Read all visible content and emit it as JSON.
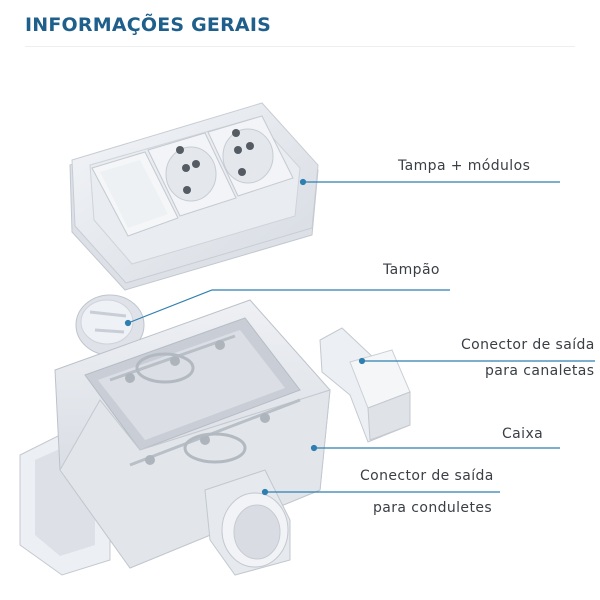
{
  "header": {
    "title": "INFORMAÇÕES GERAIS"
  },
  "callouts": [
    {
      "id": "tampa-modulos",
      "lines": [
        "Tampa + módulos"
      ]
    },
    {
      "id": "tampao",
      "lines": [
        "Tampão"
      ]
    },
    {
      "id": "conector-canaletas",
      "lines": [
        "Conector de saída",
        "para canaletas"
      ]
    },
    {
      "id": "caixa",
      "lines": [
        "Caixa"
      ]
    },
    {
      "id": "conector-conduletes",
      "lines": [
        "Conector de saída",
        "para conduletes"
      ]
    }
  ],
  "colors": {
    "title": "#1f5f8b",
    "leader_line": "#2f7fb0",
    "part_fill": "#e8ebf0",
    "part_shade": "#c9ced6"
  }
}
